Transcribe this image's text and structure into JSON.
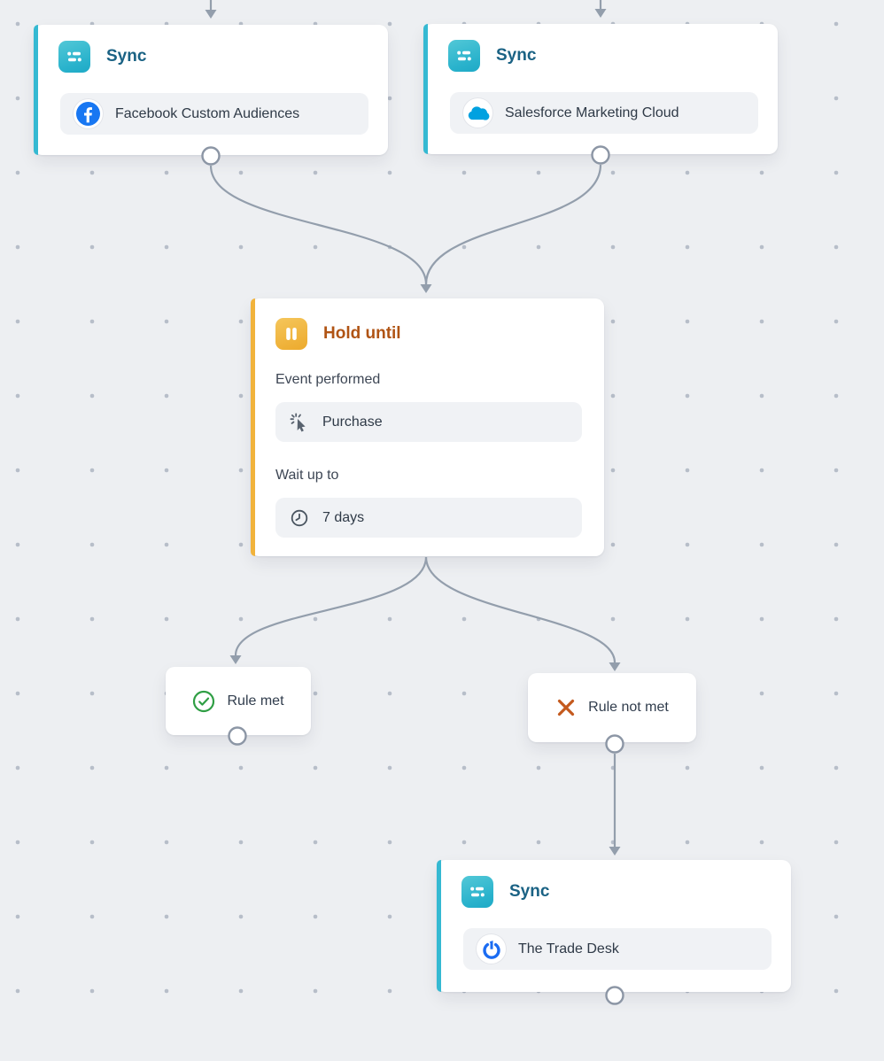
{
  "app": {
    "view": "journey-builder-canvas",
    "description": "Flow canvas with sync, hold-until and rule branch nodes"
  },
  "nodes": {
    "sync_facebook": {
      "title": "Sync",
      "destination": "Facebook Custom Audiences",
      "icon": "sync-icon",
      "logo": "facebook-logo-icon"
    },
    "sync_salesforce": {
      "title": "Sync",
      "destination": "Salesforce Marketing Cloud",
      "icon": "sync-icon",
      "logo": "salesforce-logo-icon"
    },
    "hold_until": {
      "title": "Hold until",
      "icon": "pause-icon",
      "event_label": "Event performed",
      "event_value": "Purchase",
      "event_icon": "cursor-click-icon",
      "wait_label": "Wait up to",
      "wait_value": "7 days",
      "wait_icon": "clock-icon"
    },
    "rule_met": {
      "label": "Rule met",
      "icon": "check-circle-icon"
    },
    "rule_not_met": {
      "label": "Rule not met",
      "icon": "x-icon"
    },
    "sync_tradedesk": {
      "title": "Sync",
      "destination": "The Trade Desk",
      "icon": "sync-icon",
      "logo": "tradedesk-logo-icon"
    }
  },
  "edges": [
    {
      "from": "offscreen-top-left",
      "to": "sync_facebook"
    },
    {
      "from": "offscreen-top-right",
      "to": "sync_salesforce"
    },
    {
      "from": "sync_facebook",
      "to": "hold_until"
    },
    {
      "from": "sync_salesforce",
      "to": "hold_until"
    },
    {
      "from": "hold_until",
      "to": "rule_met"
    },
    {
      "from": "hold_until",
      "to": "rule_not_met"
    },
    {
      "from": "rule_not_met",
      "to": "sync_tradedesk"
    }
  ],
  "colors": {
    "canvas_bg": "#edeff2",
    "grid_dot": "#b7bec9",
    "connector": "#939eac",
    "port_stroke": "#8c96a5",
    "sync_accent": "#35b9d2",
    "sync_title": "#1a6284",
    "hold_accent": "#f1b33c",
    "hold_title": "#b05414",
    "rule_met_green": "#2f9e44",
    "rule_not_met_orange": "#c4591d",
    "facebook_blue": "#1877f2",
    "salesforce_blue": "#00a1e0",
    "tradedesk_blue": "#1b6cf2",
    "field_bg": "#f0f2f5"
  }
}
